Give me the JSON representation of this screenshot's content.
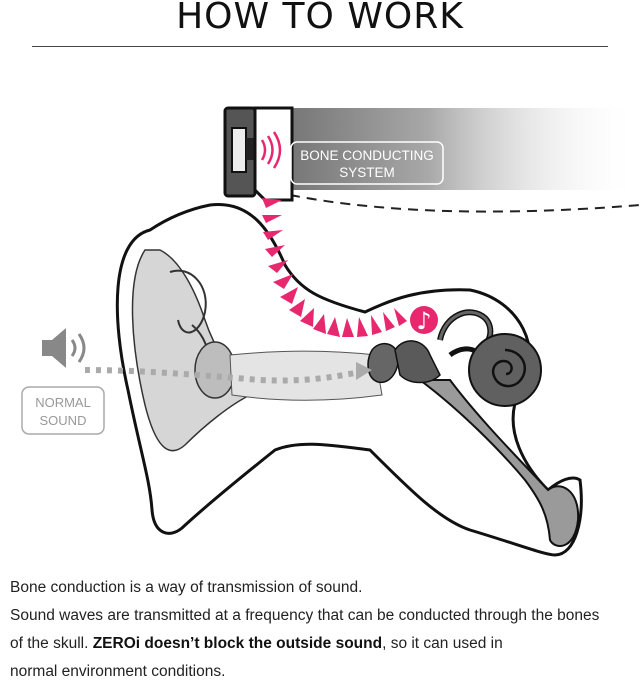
{
  "header": {
    "title": "HOW TO WORK"
  },
  "diagram": {
    "bone_label_line1": "BONE CONDUCTING",
    "bone_label_line2": "SYSTEM",
    "normal_label_line1": "NORMAL",
    "normal_label_line2": "SOUND",
    "icons": [
      "speaker-icon",
      "treble-clef-icon",
      "sound-wave-icon"
    ],
    "colors": {
      "bone_wave": "#e8286e",
      "normal_path": "#aaaaaa",
      "ear_fill": "#d6d6d6",
      "inner_ear": "#555555"
    }
  },
  "caption": {
    "line1": "Bone conduction is a way of transmission of sound.",
    "line2": "Sound waves are transmitted at a frequency that can be conducted through the bones",
    "line3_pre": "of the skull. ",
    "line3_bold": "ZEROi doesn’t block the outside sound",
    "line3_post": ", so it can used in",
    "line4": "normal environment conditions."
  }
}
